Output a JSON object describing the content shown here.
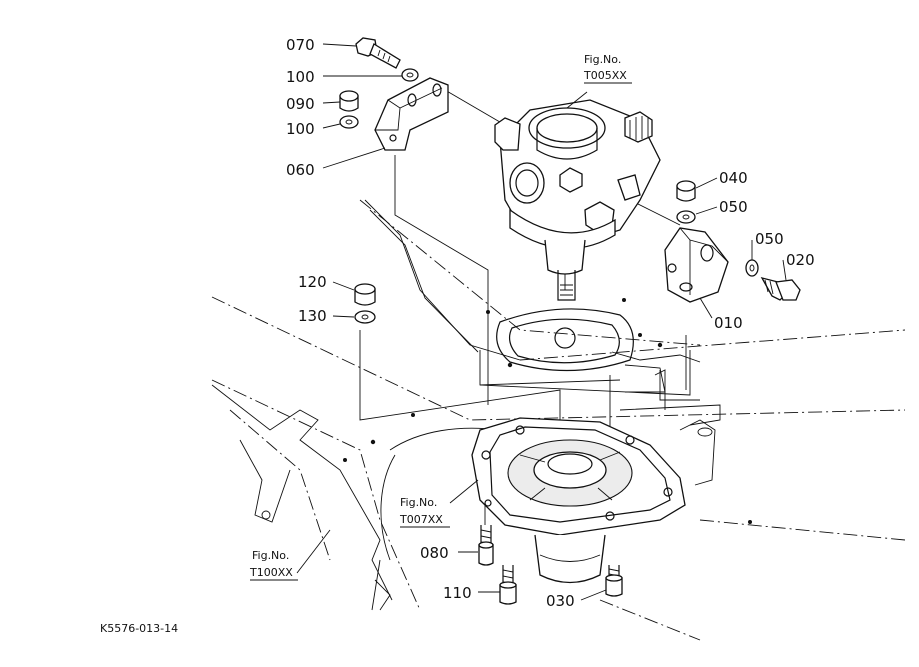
{
  "callouts": [
    {
      "id": "070",
      "text": "070"
    },
    {
      "id": "100a",
      "text": "100"
    },
    {
      "id": "090",
      "text": "090"
    },
    {
      "id": "100b",
      "text": "100"
    },
    {
      "id": "060",
      "text": "060"
    },
    {
      "id": "040",
      "text": "040"
    },
    {
      "id": "050a",
      "text": "050"
    },
    {
      "id": "050b",
      "text": "050"
    },
    {
      "id": "020",
      "text": "020"
    },
    {
      "id": "010",
      "text": "010"
    },
    {
      "id": "120",
      "text": "120"
    },
    {
      "id": "130",
      "text": "130"
    },
    {
      "id": "080",
      "text": "080"
    },
    {
      "id": "110",
      "text": "110"
    },
    {
      "id": "030",
      "text": "030"
    }
  ],
  "figure_refs": [
    {
      "line1": "Fig.No.",
      "line2": "T005XX"
    },
    {
      "line1": "Fig.No.",
      "line2": "T007XX"
    },
    {
      "line1": "Fig.No.",
      "line2": "T100XX"
    }
  ],
  "drawing_code": "K5576-013-14"
}
